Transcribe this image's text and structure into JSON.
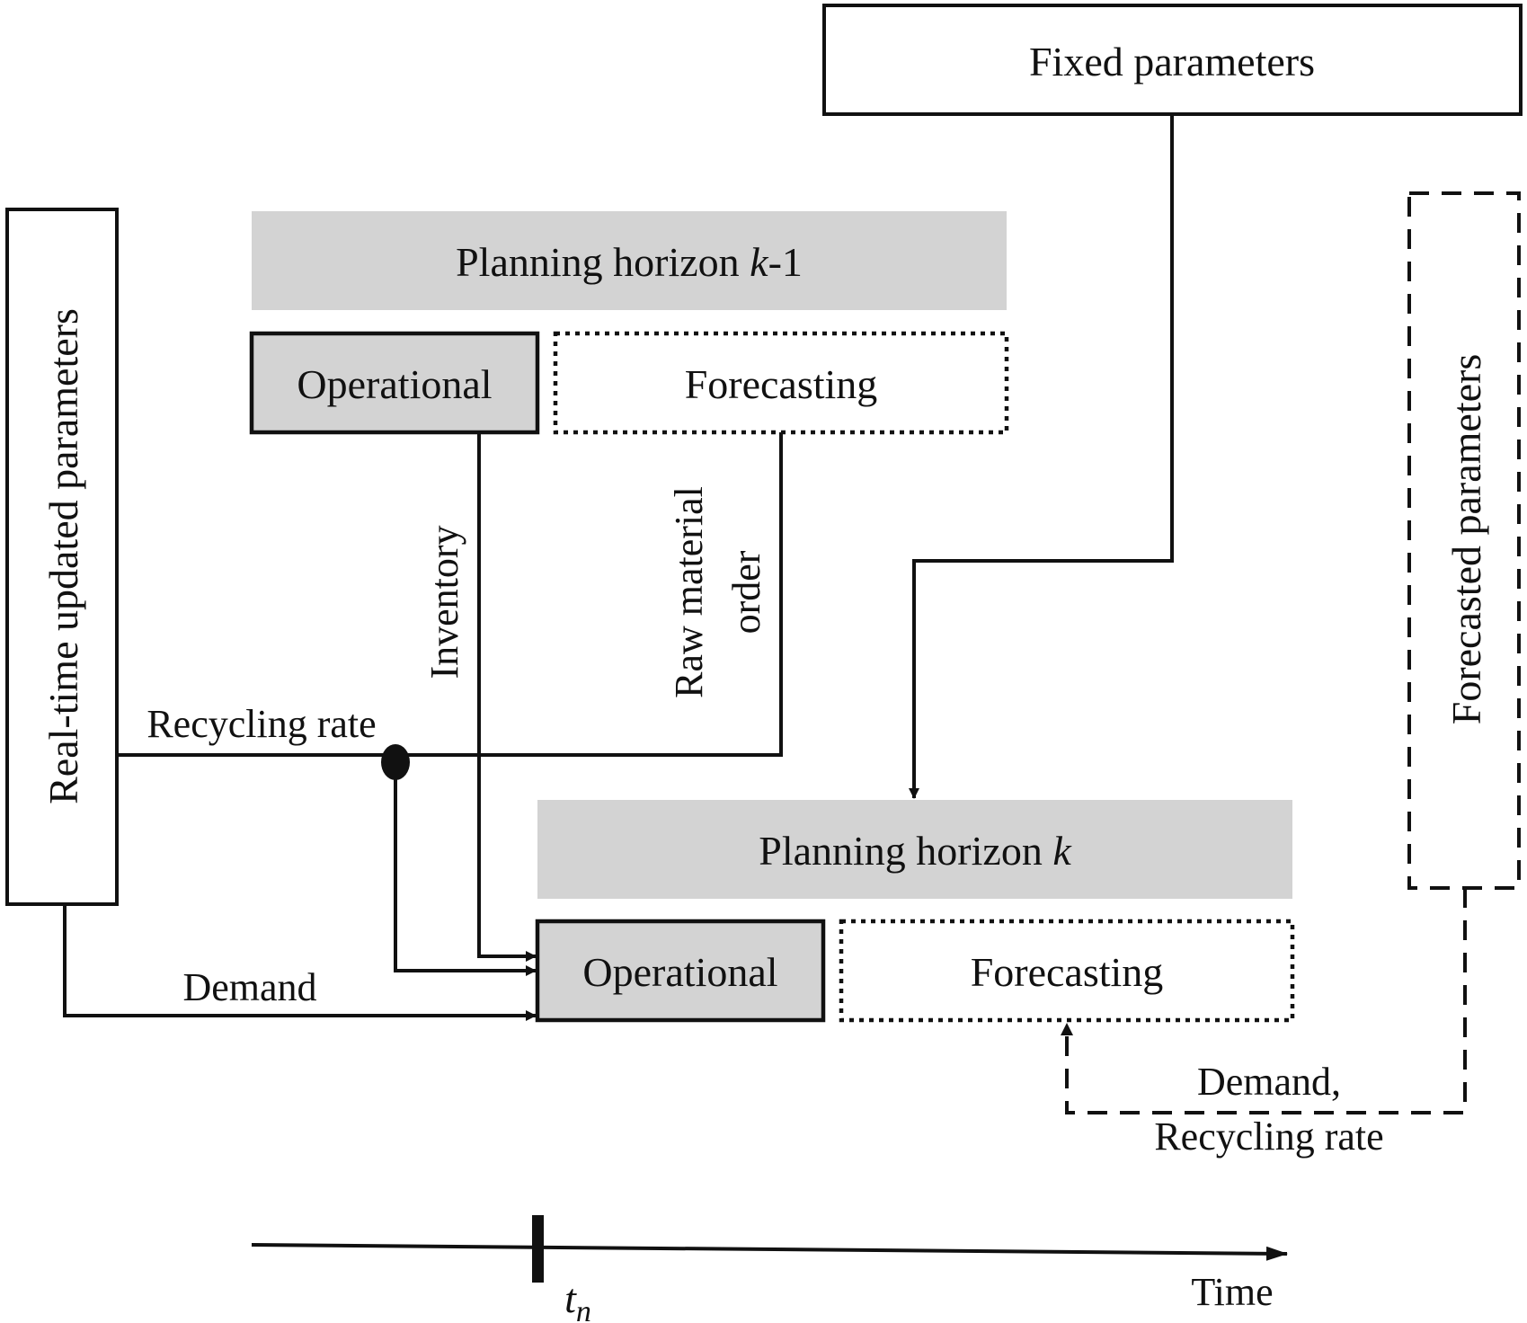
{
  "diagram": {
    "fixed_parameters": "Fixed parameters",
    "realtime_parameters": "Real-time updated parameters",
    "forecasted_parameters": "Forecasted parameters",
    "horizon_prev": {
      "prefix": "Planning horizon ",
      "var": "k",
      "suffix": "-1"
    },
    "horizon_curr": {
      "prefix": "Planning horizon ",
      "var": "k"
    },
    "prev_operational": "Operational",
    "prev_forecasting": "Forecasting",
    "curr_operational": "Operational",
    "curr_forecasting": "Forecasting",
    "inventory": "Inventory",
    "raw_material_line1": "Raw material",
    "raw_material_line2": "order",
    "recycling_rate": "Recycling rate",
    "demand": "Demand",
    "forecast_feed_line1": "Demand,",
    "forecast_feed_line2": "Recycling rate",
    "time_axis": {
      "tick_var": "t",
      "tick_sub": "n",
      "label": "Time"
    }
  },
  "colors": {
    "stroke": "#111111",
    "band_fill": "#d3d3d3",
    "operational_fill": "#d3d3d3",
    "background": "#ffffff"
  }
}
